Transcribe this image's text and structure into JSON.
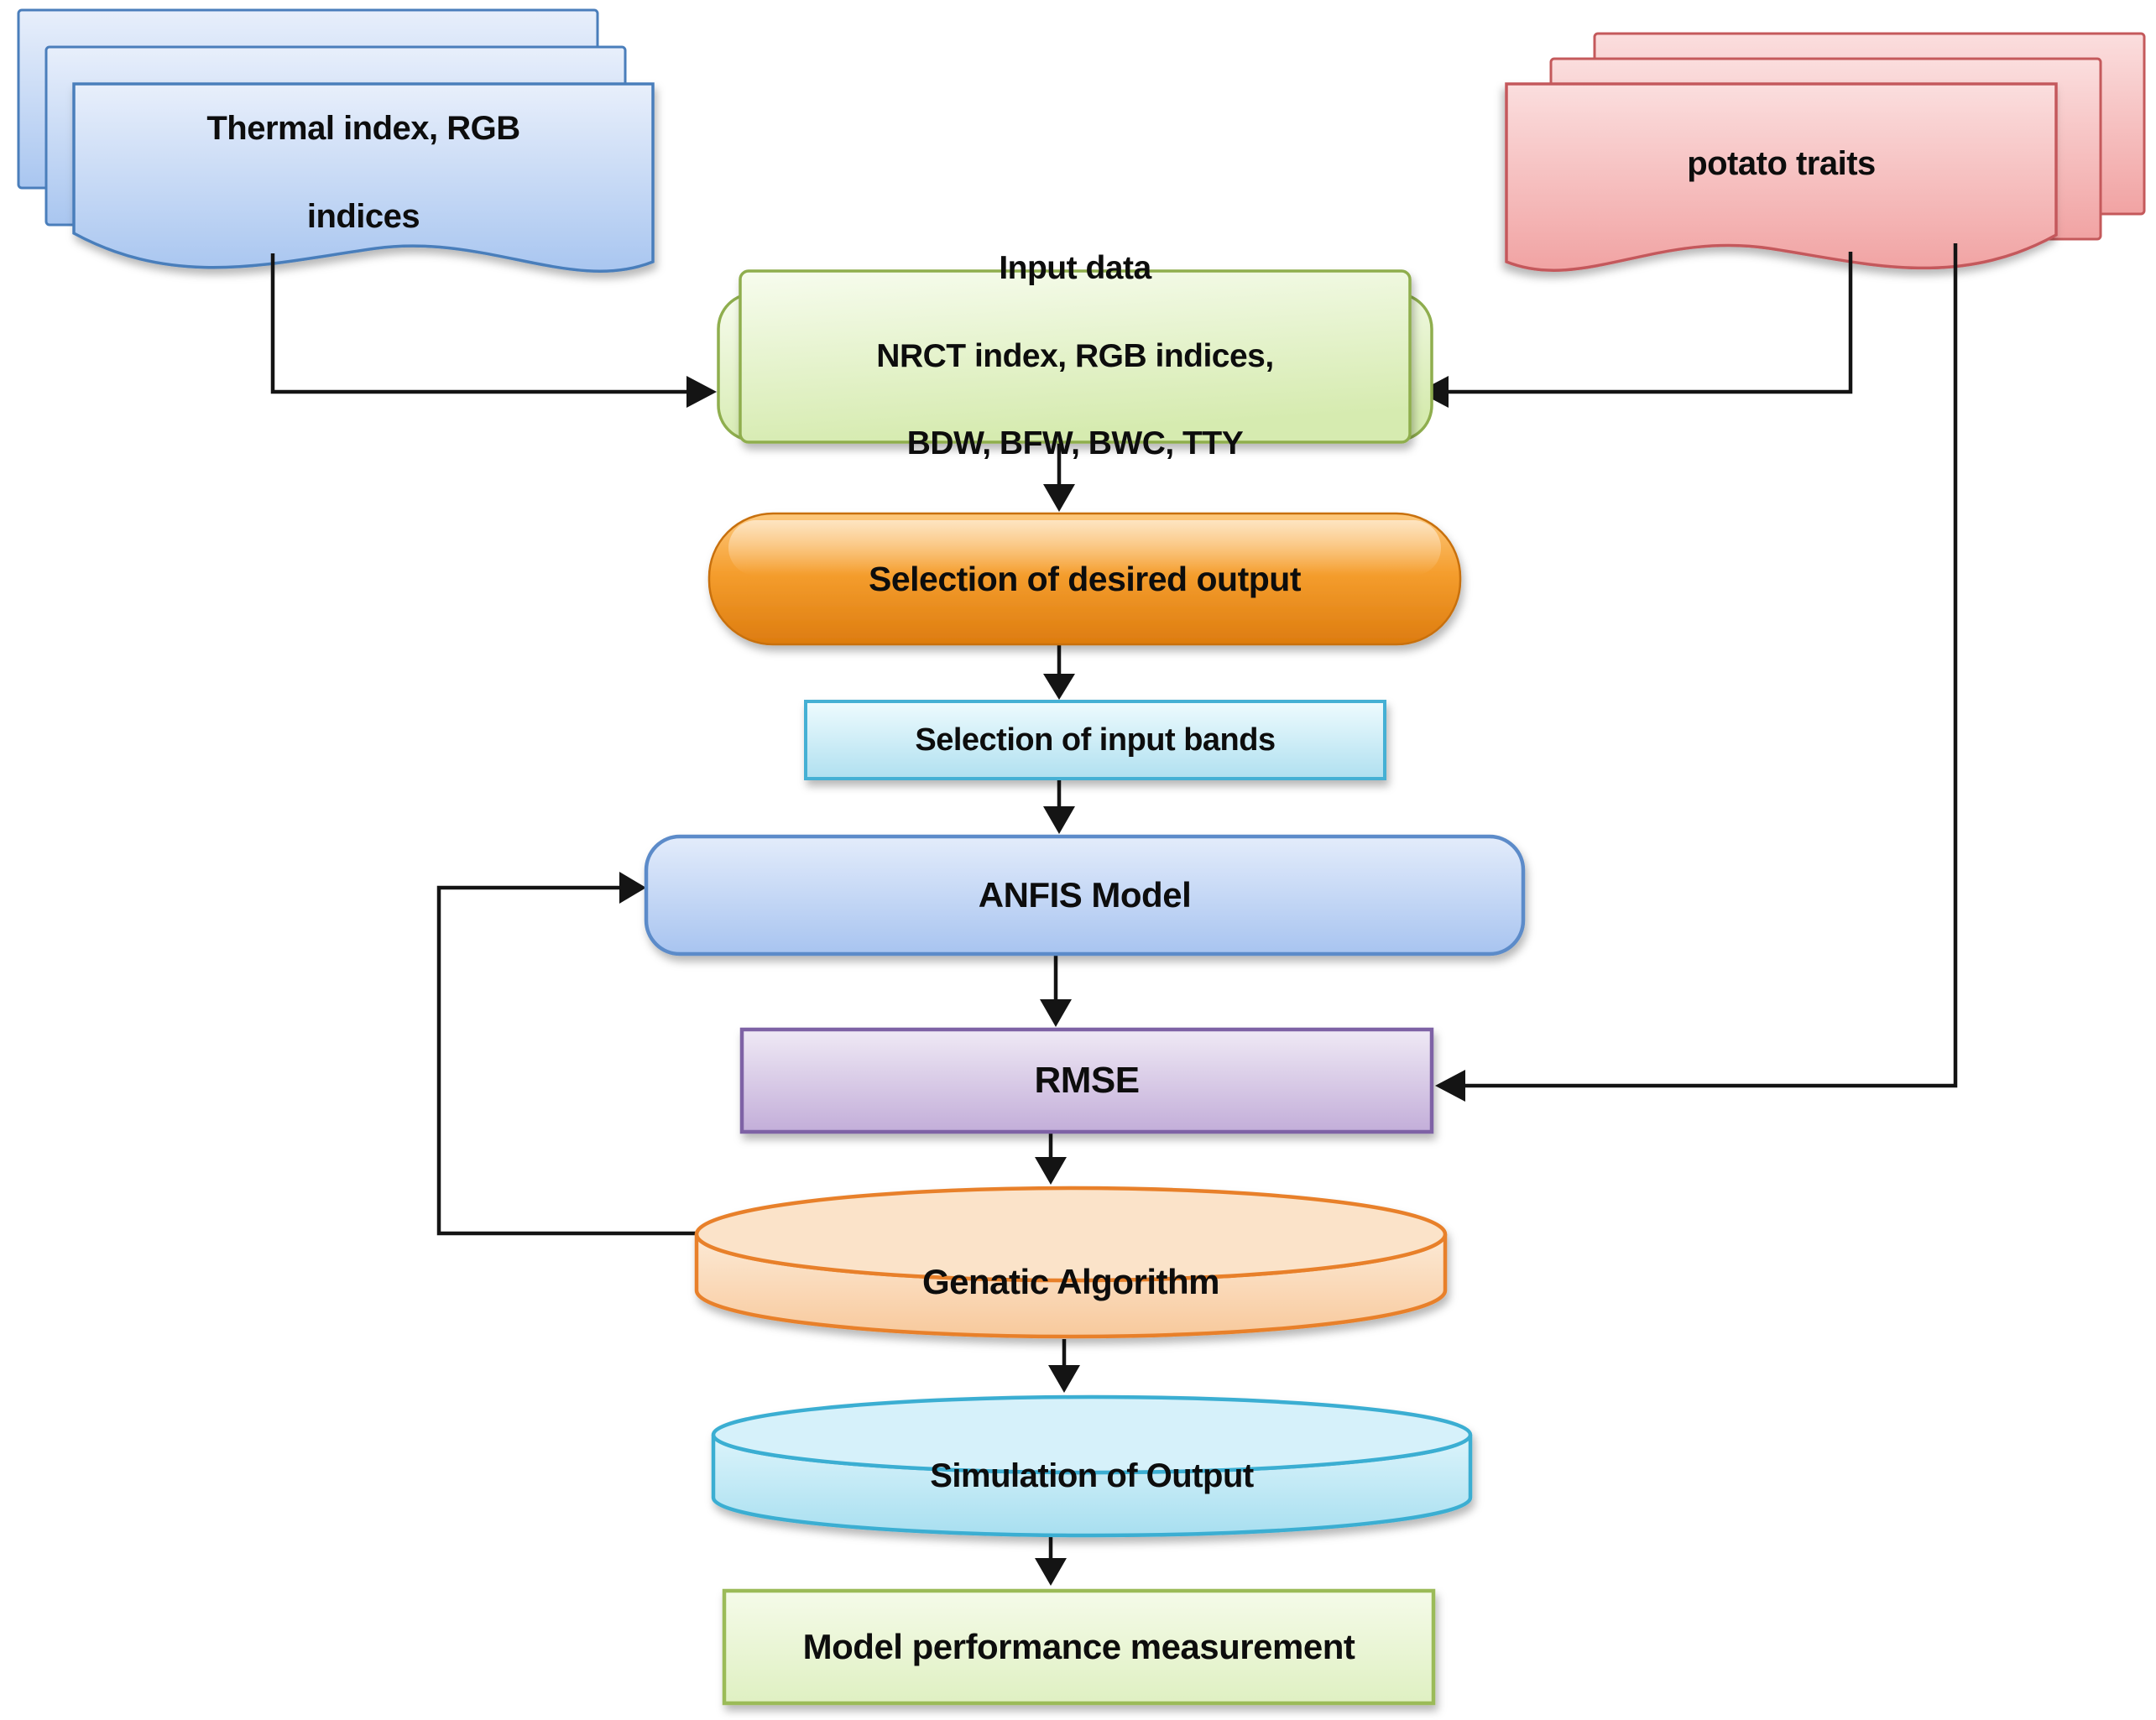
{
  "nodes": {
    "thermal_docs": {
      "line1": "Thermal index, RGB",
      "line2": "indices",
      "shape": "stacked-documents",
      "fill_top": "#e8effb",
      "fill_bottom": "#a9c6f0",
      "border": "#4a7ebb"
    },
    "potato_docs": {
      "label": "potato traits",
      "shape": "stacked-documents",
      "fill_top": "#fbdede",
      "fill_bottom": "#f1a3a3",
      "border": "#c4595b"
    },
    "input_data": {
      "line1": "Input data",
      "line2": "NRCT index, RGB indices,",
      "line3": "BDW, BFW, BWC, TTY",
      "shape": "alternate-process",
      "fill_top": "#f6fbec",
      "fill_bottom": "#d6ebb0",
      "border": "#8fae4e"
    },
    "desired_output": {
      "label": "Selection of desired output",
      "shape": "rounded-capsule",
      "fill_top": "#fdc778",
      "fill_bottom": "#e07e10",
      "border": "#c8700a"
    },
    "input_bands": {
      "label": "Selection of input bands",
      "shape": "rectangle",
      "fill_top": "#ecfafd",
      "fill_bottom": "#b0e0f0",
      "border": "#45b0d4"
    },
    "anfis": {
      "label": "ANFIS Model",
      "shape": "rounded-rectangle",
      "fill_top": "#e1ebfb",
      "fill_bottom": "#a8c4f0",
      "border": "#5b8bc9"
    },
    "rmse": {
      "label": "RMSE",
      "shape": "rectangle",
      "fill_top": "#ede7f4",
      "fill_bottom": "#c3aed9",
      "border": "#7e62a5"
    },
    "genetic_algorithm": {
      "label": "Genatic Algorithm",
      "shape": "cylinder",
      "fill_top": "#fbe3c9",
      "fill_bottom": "#f8c99c",
      "border": "#e8802a"
    },
    "simulation": {
      "label": "Simulation of Output",
      "shape": "cylinder",
      "fill_top": "#d6f1fa",
      "fill_bottom": "#a8dff0",
      "border": "#3aaed2"
    },
    "model_performance": {
      "label": "Model performance measurement",
      "shape": "rectangle",
      "fill_top": "#f5fbe9",
      "fill_bottom": "#dff0c2",
      "border": "#9bbb59"
    }
  },
  "edges": [
    {
      "from": "thermal_docs",
      "to": "input_data"
    },
    {
      "from": "potato_docs",
      "to": "input_data"
    },
    {
      "from": "potato_docs",
      "to": "rmse"
    },
    {
      "from": "input_data",
      "to": "desired_output"
    },
    {
      "from": "desired_output",
      "to": "input_bands"
    },
    {
      "from": "input_bands",
      "to": "anfis"
    },
    {
      "from": "anfis",
      "to": "rmse"
    },
    {
      "from": "rmse",
      "to": "genetic_algorithm"
    },
    {
      "from": "genetic_algorithm",
      "to": "anfis"
    },
    {
      "from": "genetic_algorithm",
      "to": "simulation"
    },
    {
      "from": "simulation",
      "to": "model_performance"
    }
  ],
  "connector_color": "#141414"
}
